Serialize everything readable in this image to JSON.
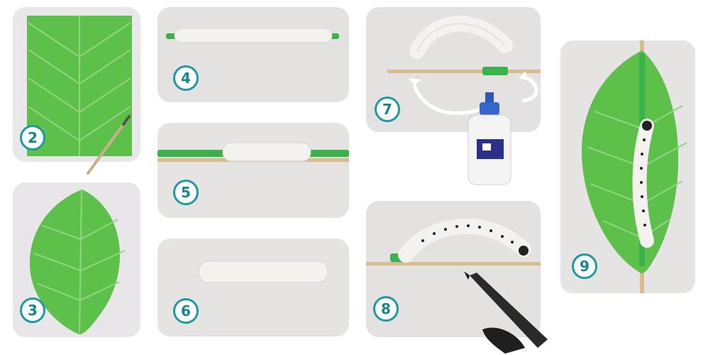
{
  "steps": [
    {
      "number": "2"
    },
    {
      "number": "3"
    },
    {
      "number": "4"
    },
    {
      "number": "5"
    },
    {
      "number": "6"
    },
    {
      "number": "7"
    },
    {
      "number": "8"
    },
    {
      "number": "9"
    }
  ],
  "colors": {
    "badge_border": "#1d9aa0",
    "badge_text": "#17868c",
    "leaf_green": "#5cc04a",
    "leaf_crease": "#8fd67f",
    "straw_green": "#37b34a",
    "panel_bg": "#e6e3e1",
    "pipe_cleaner": "#f4f2ee"
  }
}
